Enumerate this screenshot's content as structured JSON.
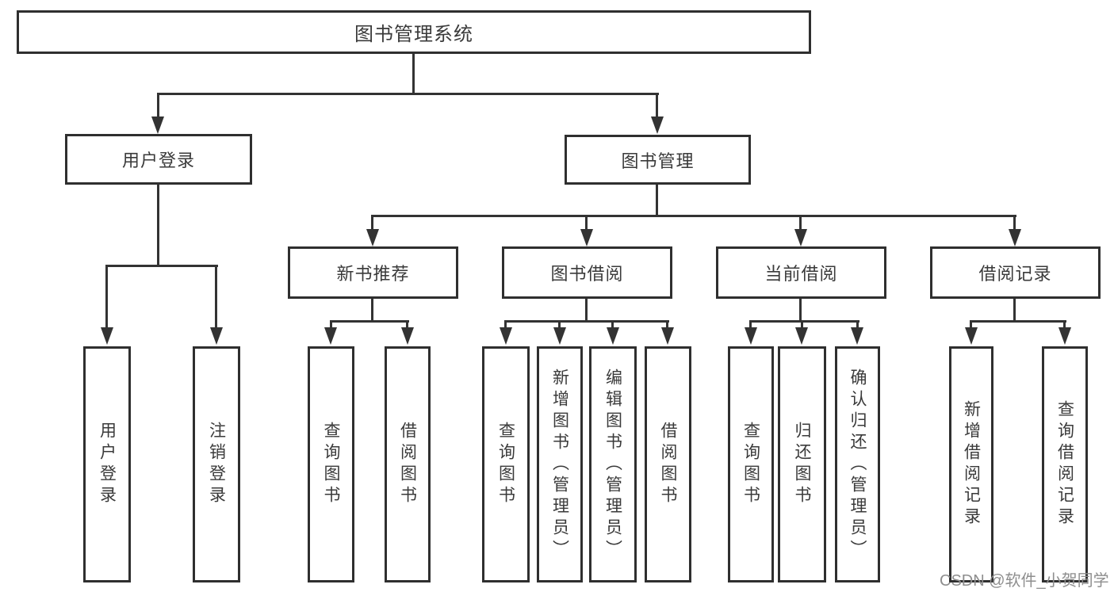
{
  "title": "图书管理系统",
  "level2": [
    {
      "label": "用户登录"
    },
    {
      "label": "图书管理"
    }
  ],
  "level3": [
    {
      "label": "新书推荐"
    },
    {
      "label": "图书借阅"
    },
    {
      "label": "当前借阅"
    },
    {
      "label": "借阅记录"
    }
  ],
  "leaves": [
    {
      "parent": "用户登录",
      "label": "用户登录"
    },
    {
      "parent": "用户登录",
      "label": "注销登录"
    },
    {
      "parent": "新书推荐",
      "label": "查询图书"
    },
    {
      "parent": "新书推荐",
      "label": "借阅图书"
    },
    {
      "parent": "图书借阅",
      "label": "查询图书"
    },
    {
      "parent": "图书借阅",
      "label": "新增图书（管理员）"
    },
    {
      "parent": "图书借阅",
      "label": "编辑图书（管理员）"
    },
    {
      "parent": "图书借阅",
      "label": "借阅图书"
    },
    {
      "parent": "当前借阅",
      "label": "查询图书"
    },
    {
      "parent": "当前借阅",
      "label": "归还图书"
    },
    {
      "parent": "当前借阅",
      "label": "确认归还（管理员）"
    },
    {
      "parent": "借阅记录",
      "label": "新增借阅记录"
    },
    {
      "parent": "借阅记录",
      "label": "查询借阅记录"
    }
  ],
  "watermark": "CSDN @软件_小贺同学",
  "colors": {
    "line": "#333333",
    "text": "#3a3a3a",
    "background": "#ffffff",
    "watermark": "#8e8e8e"
  }
}
